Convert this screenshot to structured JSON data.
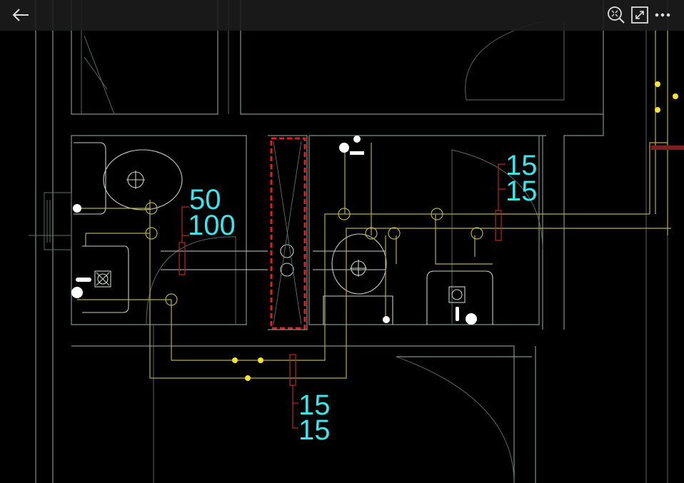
{
  "toolbar": {
    "back_icon": "arrow-left-icon",
    "zoom_extents_icon": "zoom-extents-icon",
    "fullscreen_icon": "expand-icon",
    "more_icon": "more-horizontal-icon"
  },
  "drawing": {
    "labels": {
      "left_top": "50",
      "left_bottom": "100",
      "right_top": "15",
      "right_bottom": "15",
      "bottom_top": "15",
      "bottom_bottom": "15"
    },
    "colors": {
      "background": "#000000",
      "wall": "#7d9488",
      "pipe": "#b7ad4c",
      "label": "#3fe3ea",
      "selection": "#e02020",
      "valve": "#f5e533"
    }
  }
}
